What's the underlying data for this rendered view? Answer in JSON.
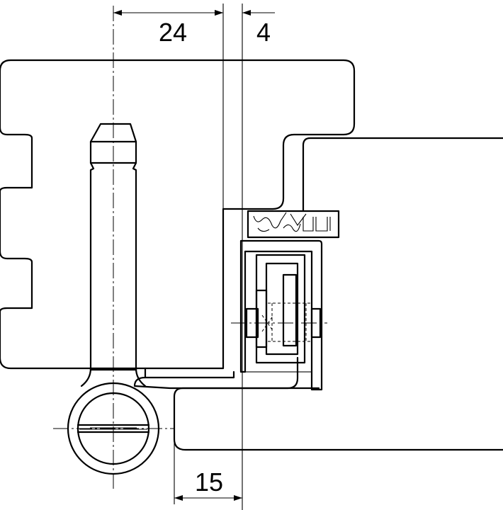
{
  "dimensions": {
    "d24": "24",
    "d4": "4",
    "d15": "15"
  }
}
